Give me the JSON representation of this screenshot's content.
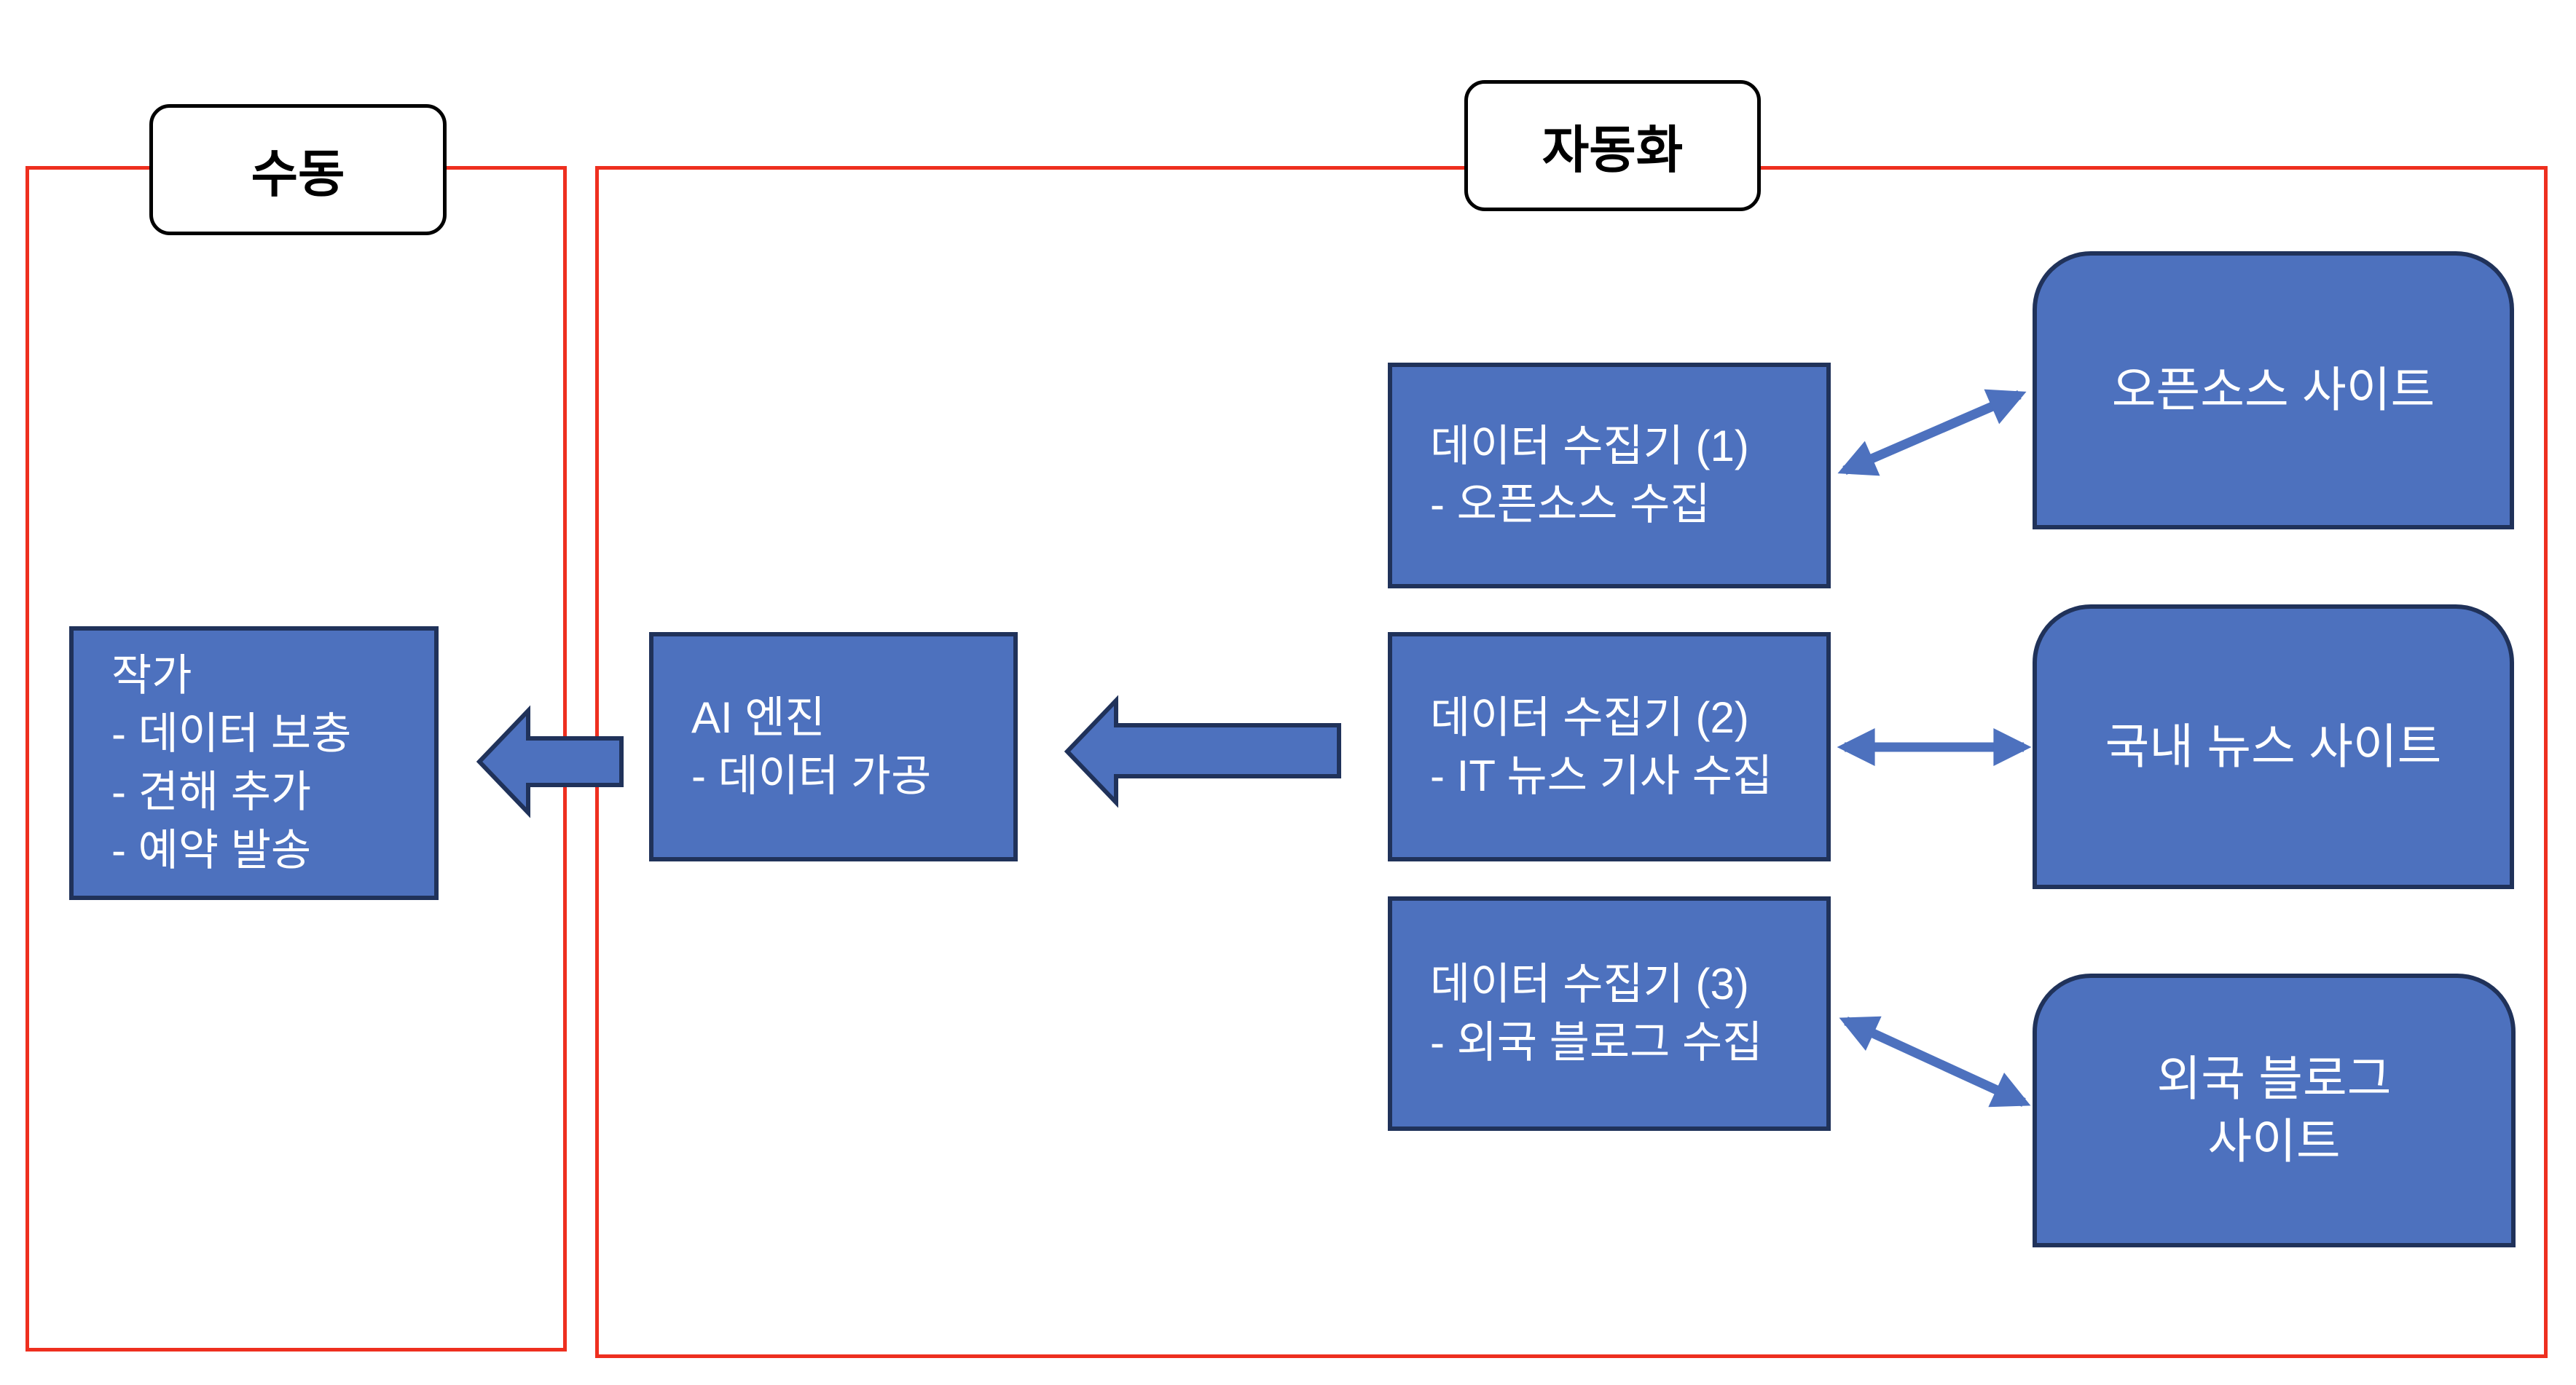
{
  "colors": {
    "shape_fill": "#4D71BE",
    "shape_border": "#20325A",
    "region_border": "#EE2F1F",
    "label_bg": "#FFFFFF",
    "label_border": "#000000",
    "label_text": "#000000",
    "text_on_shape": "#FFFFFF"
  },
  "regions": {
    "manual": {
      "label": "수동"
    },
    "automation": {
      "label": "자동화"
    }
  },
  "nodes": {
    "writer": {
      "text": "작가\n- 데이터 보충\n- 견해 추가\n- 예약 발송"
    },
    "ai_engine": {
      "text": "AI 엔진\n- 데이터 가공"
    },
    "collector1": {
      "text": "데이터 수집기 (1)\n- 오픈소스 수집"
    },
    "collector2": {
      "text": "데이터 수집기 (2)\n- IT 뉴스 기사 수집"
    },
    "collector3": {
      "text": "데이터 수집기 (3)\n- 외국 블로그 수집"
    },
    "site_opensource": {
      "text": "오픈소스 사이트"
    },
    "site_news": {
      "text": "국내 뉴스 사이트"
    },
    "site_blog": {
      "text": "외국 블로그\n사이트"
    }
  }
}
